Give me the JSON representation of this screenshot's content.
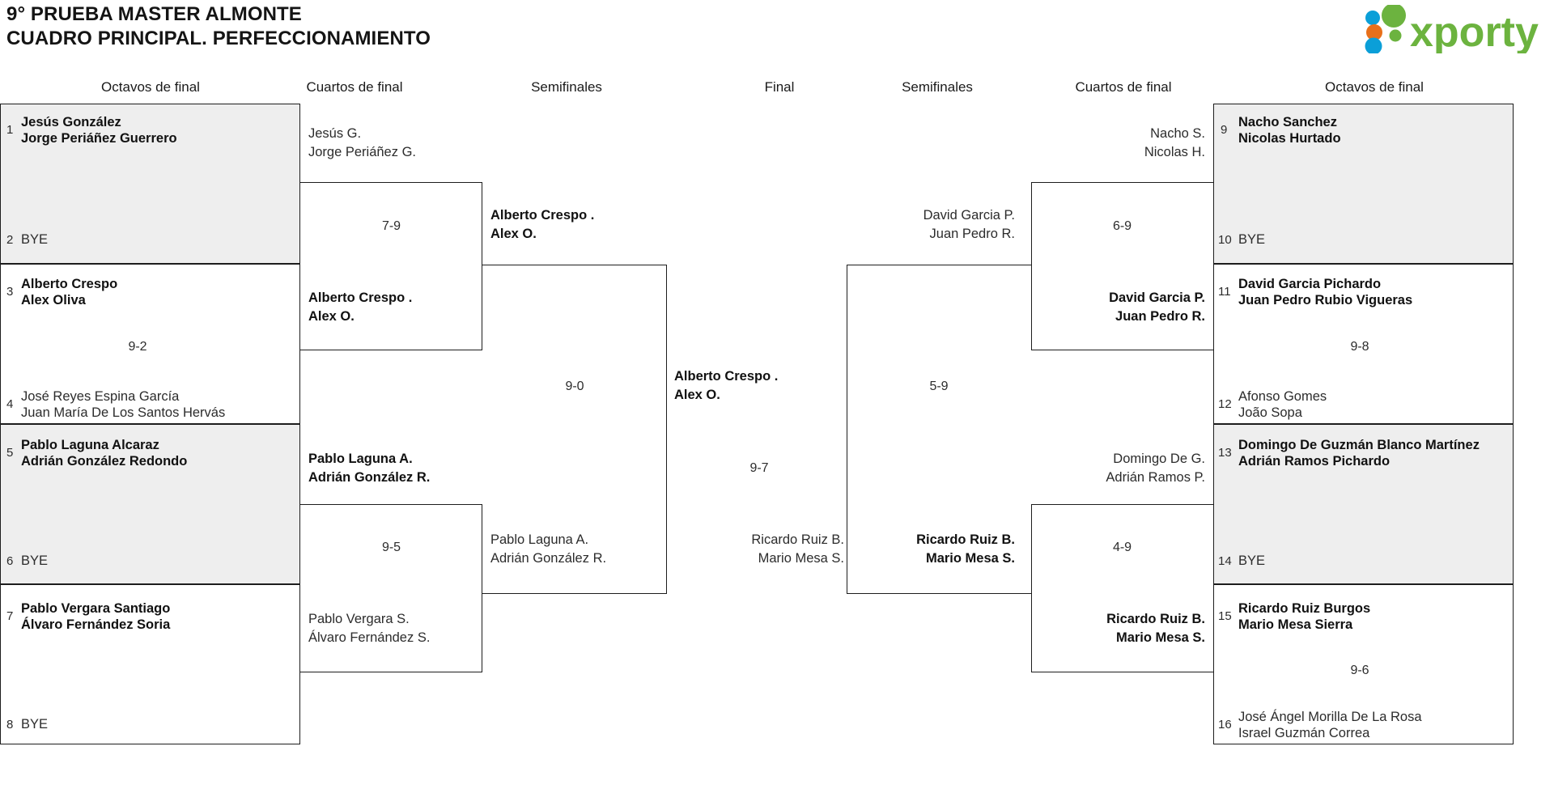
{
  "header": {
    "title_line1": "9° PRUEBA MASTER ALMONTE",
    "title_line2": "CUADRO PRINCIPAL. PERFECCIONAMIENTO",
    "logo_text": "xporty",
    "logo_colors": {
      "green": "#6cb33f",
      "blue": "#0b9fd8",
      "orange": "#e8701a"
    }
  },
  "rounds": {
    "left": [
      {
        "label": "Octavos de final"
      },
      {
        "label": "Cuartos de final"
      },
      {
        "label": "Semifinales"
      }
    ],
    "final": {
      "label": "Final"
    },
    "right": [
      {
        "label": "Semifinales"
      },
      {
        "label": "Cuartos de final"
      },
      {
        "label": "Octavos de final"
      }
    ]
  },
  "bracket": {
    "left_r16": [
      {
        "seed": "1",
        "p1": "Jesús González",
        "p2": "Jorge Periáñez Guerrero",
        "bold": true,
        "shaded": true
      },
      {
        "seed": "2",
        "p1": "BYE",
        "p2": "",
        "bold": false,
        "shaded": true
      },
      {
        "seed": "3",
        "p1": "Alberto Crespo",
        "p2": "Alex Oliva",
        "bold": true,
        "shaded": false
      },
      {
        "seed": "4",
        "p1": "José Reyes Espina García",
        "p2": "Juan María De Los Santos Hervás",
        "bold": false,
        "shaded": false
      },
      {
        "seed": "5",
        "p1": "Pablo Laguna Alcaraz",
        "p2": "Adrián González Redondo",
        "bold": true,
        "shaded": true
      },
      {
        "seed": "6",
        "p1": "BYE",
        "p2": "",
        "bold": false,
        "shaded": true
      },
      {
        "seed": "7",
        "p1": "Pablo Vergara Santiago",
        "p2": "Álvaro Fernández Soria",
        "bold": true,
        "shaded": false
      },
      {
        "seed": "8",
        "p1": "BYE",
        "p2": "",
        "bold": false,
        "shaded": false
      }
    ],
    "right_r16": [
      {
        "seed": "9",
        "p1": "Nacho Sanchez",
        "p2": "Nicolas Hurtado",
        "bold": true,
        "shaded": true
      },
      {
        "seed": "10",
        "p1": "BYE",
        "p2": "",
        "bold": false,
        "shaded": true
      },
      {
        "seed": "11",
        "p1": "David Garcia Pichardo",
        "p2": "Juan Pedro Rubio Vigueras",
        "bold": true,
        "shaded": false
      },
      {
        "seed": "12",
        "p1": "Afonso Gomes",
        "p2": "João Sopa",
        "bold": false,
        "shaded": false
      },
      {
        "seed": "13",
        "p1": "Domingo De Guzmán Blanco Martínez",
        "p2": "Adrián Ramos Pichardo",
        "bold": true,
        "shaded": true
      },
      {
        "seed": "14",
        "p1": "BYE",
        "p2": "",
        "bold": false,
        "shaded": true
      },
      {
        "seed": "15",
        "p1": "Ricardo Ruiz Burgos",
        "p2": "Mario Mesa Sierra",
        "bold": true,
        "shaded": false
      },
      {
        "seed": "16",
        "p1": "José Ángel Morilla De La Rosa",
        "p2": "Israel Guzmán Correa",
        "bold": false,
        "shaded": false
      }
    ],
    "left_qf": [
      {
        "p1": "Jesús G.",
        "p2": "Jorge Periáñez G.",
        "bold": false
      },
      {
        "p1": "Alberto Crespo .",
        "p2": "Alex O.",
        "bold": true
      },
      {
        "p1": "Pablo Laguna A.",
        "p2": "Adrián González R.",
        "bold": true
      },
      {
        "p1": "Pablo Vergara S.",
        "p2": "Álvaro Fernández S.",
        "bold": false
      }
    ],
    "right_qf": [
      {
        "p1": "Nacho S.",
        "p2": "Nicolas H.",
        "bold": false
      },
      {
        "p1": "David Garcia P.",
        "p2": "Juan Pedro R.",
        "bold": true
      },
      {
        "p1": "Domingo De G.",
        "p2": "Adrián Ramos P.",
        "bold": false
      },
      {
        "p1": "Ricardo Ruiz B.",
        "p2": "Mario Mesa S.",
        "bold": true
      }
    ],
    "left_sf": [
      {
        "p1": "Alberto Crespo .",
        "p2": "Alex O.",
        "bold": true
      },
      {
        "p1": "Pablo Laguna A.",
        "p2": "Adrián González R.",
        "bold": false
      }
    ],
    "right_sf": [
      {
        "p1": "David Garcia P.",
        "p2": "Juan Pedro R.",
        "bold": true
      },
      {
        "p1": "Ricardo Ruiz B.",
        "p2": "Mario Mesa S.",
        "bold": true
      }
    ],
    "final": [
      {
        "p1": "Alberto Crespo .",
        "p2": "Alex O.",
        "bold": true
      },
      {
        "p1": "Ricardo Ruiz B.",
        "p2": "Mario Mesa S.",
        "bold": false
      }
    ],
    "scores": {
      "left_qf": [
        "7-9",
        "9-2",
        "9-5"
      ],
      "left_sf": [
        "9-0"
      ],
      "final": [
        "9-7"
      ],
      "right_sf": [
        "5-9"
      ],
      "right_qf": [
        "6-9",
        "9-8",
        "4-9",
        "9-6"
      ]
    }
  }
}
